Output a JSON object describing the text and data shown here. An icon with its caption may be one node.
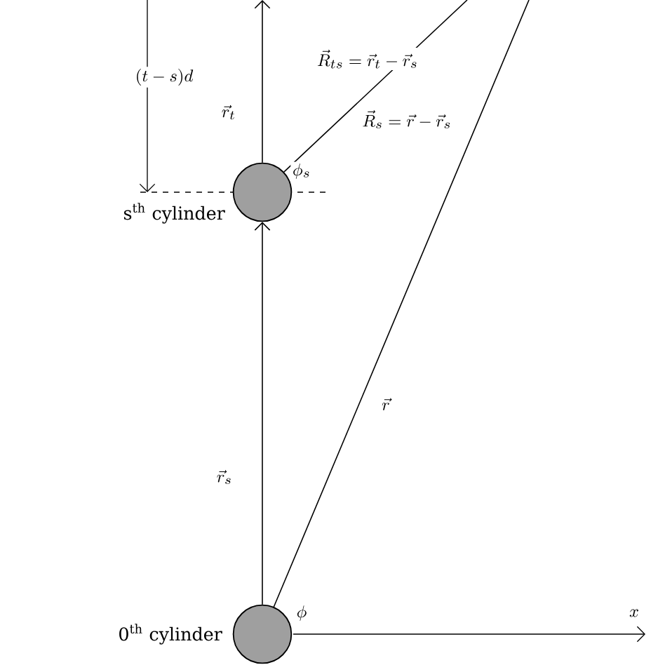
{
  "diagram": {
    "nodes": [
      {
        "text": [],
        "shape": "circle",
        "beside": [
          "0$^{th}$ cylinder"
        ]
      },
      {
        "text": [],
        "shape": "circle",
        "beside": [
          "s$^{th}$ cylinder"
        ]
      }
    ],
    "edges": [
      {
        "from": 0,
        "to": 1,
        "arrow": "to",
        "label": "\\vec{r}_s"
      },
      {
        "from": 1,
        "to": null,
        "arrow": "to",
        "label": "\\vec{r}_t"
      },
      {
        "from": 1,
        "to": null,
        "arrow": "none",
        "label": "\\vec{R}_s = \\vec{r} - \\vec{r}_s"
      },
      {
        "from": 0,
        "to": null,
        "arrow": "none",
        "label": "\\vec{r}"
      }
    ],
    "labels": [
      "(t - s)d",
      "\\vec{R}_{ts} = \\vec{r}_t - \\vec{r}_s",
      "\\phi_s",
      "\\phi",
      "x"
    ]
  }
}
